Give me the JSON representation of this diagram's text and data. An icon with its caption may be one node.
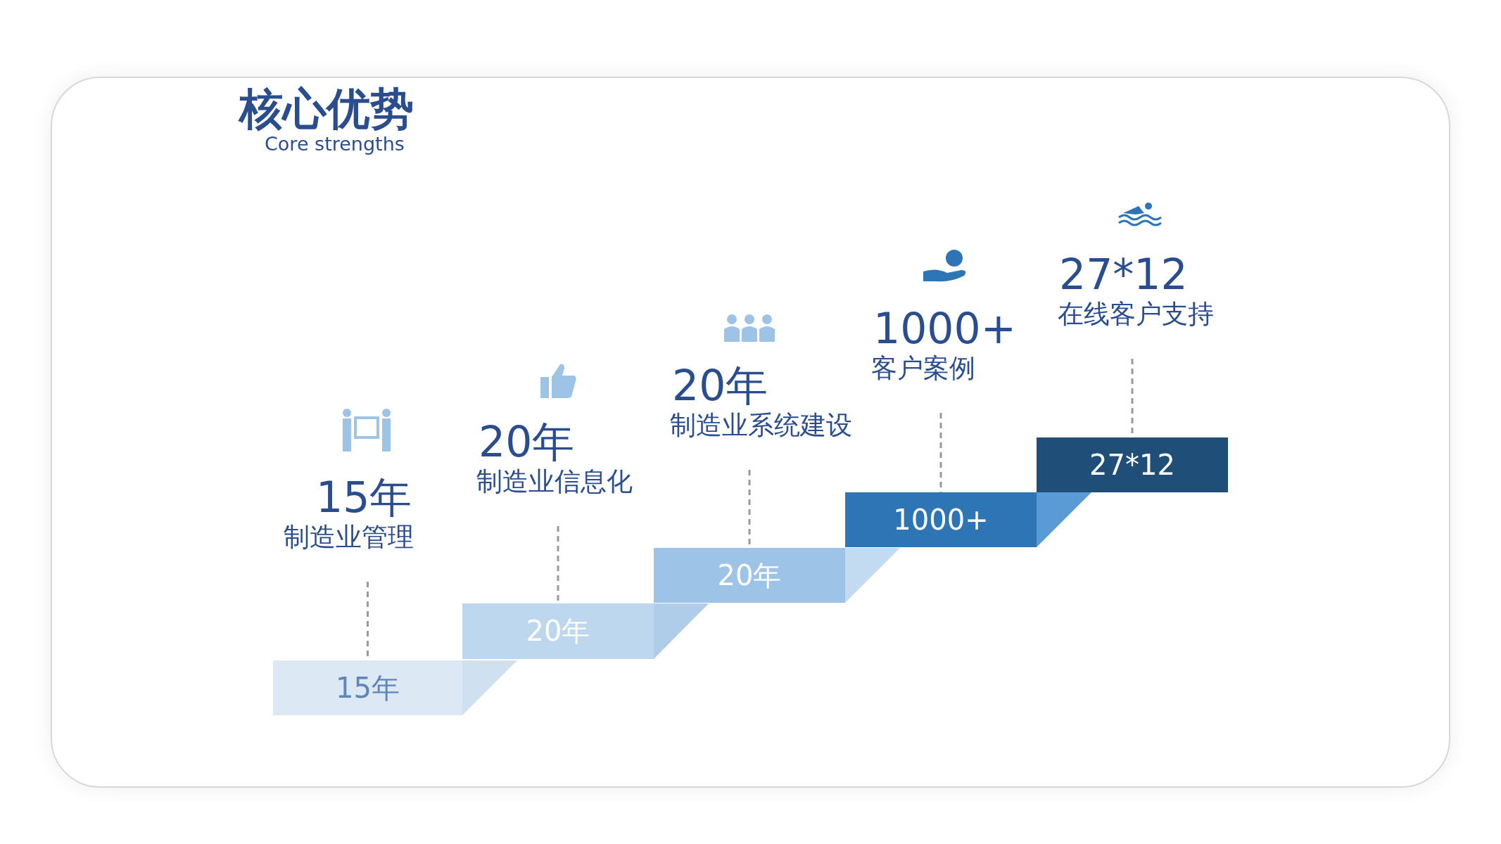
{
  "diagram": {
    "title": "核心优势",
    "nodes": [
      {
        "text": [
          "15年"
        ]
      },
      {
        "text": [
          "20年"
        ]
      },
      {
        "text": [
          "20年"
        ]
      },
      {
        "text": [
          "1000+"
        ]
      },
      {
        "text": [
          "27*12"
        ]
      },
      {
        "text": [
          "15年",
          "制造业管理"
        ]
      },
      {
        "text": [
          "20年",
          "制造业信息化"
        ]
      },
      {
        "text": [
          "20年",
          "制造业系统建设"
        ]
      },
      {
        "text": [
          "1000+",
          "客户案例"
        ]
      },
      {
        "text": [
          "27*12",
          "在线客户支持"
        ]
      }
    ],
    "edges": [
      {
        "from": 5,
        "to": 0,
        "arrow": "none",
        "style": "dashed"
      },
      {
        "from": 6,
        "to": 1,
        "arrow": "none",
        "style": "dashed"
      },
      {
        "from": 7,
        "to": 2,
        "arrow": "none",
        "style": "dashed"
      },
      {
        "from": 8,
        "to": 3,
        "arrow": "none",
        "style": "dashed"
      },
      {
        "from": 9,
        "to": 4,
        "arrow": "none",
        "style": "dashed"
      }
    ],
    "labels": [
      "Core strengths"
    ]
  }
}
